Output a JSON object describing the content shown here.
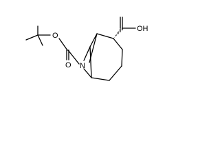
{
  "molecule": {
    "atoms": {
      "ring_n": "N",
      "carbamate_o": "O",
      "carbonyl_o": "O",
      "acid_oh": "OH"
    },
    "bond_color": "#000000",
    "background": "#ffffff"
  }
}
